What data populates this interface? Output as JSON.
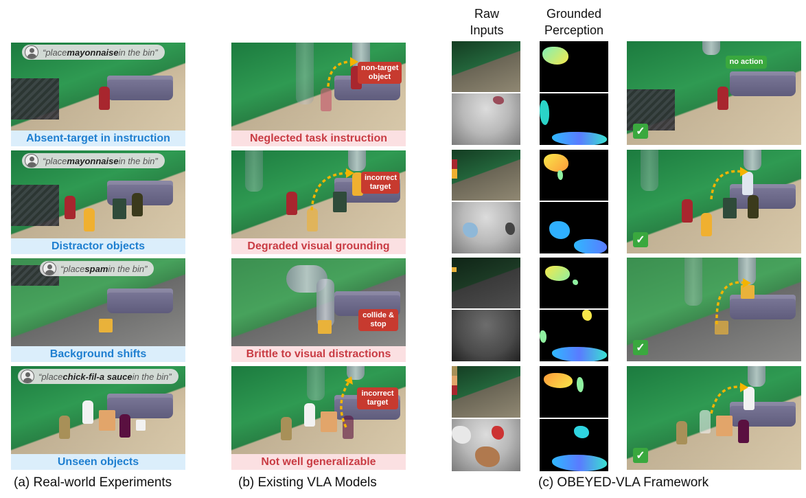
{
  "columns": {
    "a_caption": "(a) Real-world Experiments",
    "b_caption": "(b) Existing VLA Models",
    "c_caption": "(c) OBEYED-VLA Framework",
    "raw_inputs": "Raw\nInputs",
    "grounded": "Grounded\nPerception"
  },
  "rows": [
    {
      "instr_pre": "“place ",
      "instr_obj": "mayonnaise",
      "instr_post": " in the bin”",
      "a_label": "Absent-target in instruction",
      "b_label": "Neglected task instruction",
      "b_badge": "non-target\nobject",
      "c_badge": "no action"
    },
    {
      "instr_pre": "“place ",
      "instr_obj": "mayonnaise",
      "instr_post": " in the bin”",
      "a_label": "Distractor objects",
      "b_label": "Degraded visual grounding",
      "b_badge": "incorrect\ntarget"
    },
    {
      "instr_pre": "“place ",
      "instr_obj": "spam",
      "instr_post": " in the bin”",
      "a_label": "Background shifts",
      "b_label": "Brittle to visual distractions",
      "b_badge": "collide &\nstop"
    },
    {
      "instr_pre": "“place ",
      "instr_obj": "chick-fil-a sauce",
      "instr_post": " in the bin”",
      "a_label": "Unseen objects",
      "b_label": "Not well generalizable",
      "b_badge": "incorrect\ntarget"
    }
  ],
  "icons": {
    "user": "user-avatar-icon",
    "check": "checkmark-icon",
    "arrow": "dashed-trajectory-arrow"
  },
  "colors": {
    "blue_caption_bg": "#dbeefb",
    "blue_caption_text": "#1f7fd0",
    "pink_caption_bg": "#fbe0e2",
    "pink_caption_text": "#c93c44",
    "badge_red": "#c73a2f",
    "badge_green": "#3aa83e",
    "trajectory": "#f4b400"
  }
}
